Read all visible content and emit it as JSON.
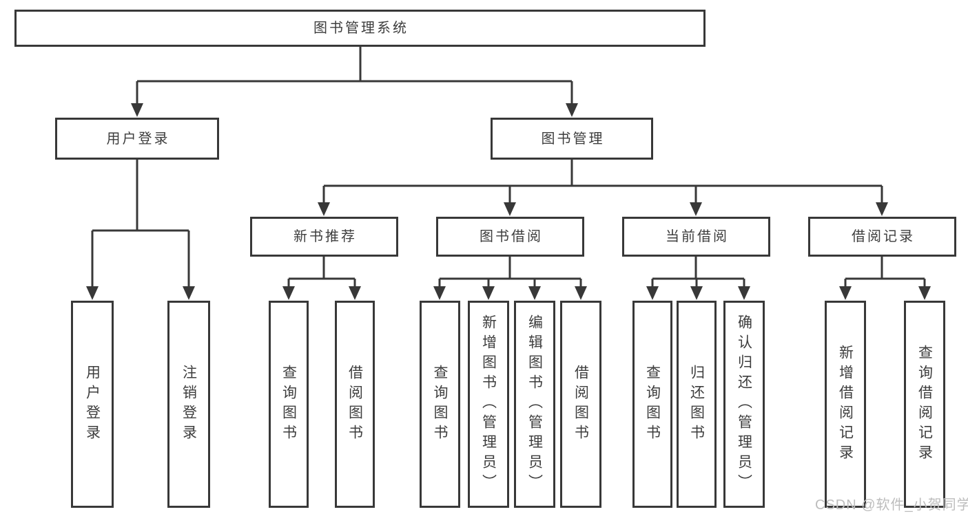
{
  "diagram": {
    "type": "hierarchy-tree",
    "root": {
      "label": "图书管理系统",
      "children": [
        {
          "label": "用户登录",
          "children": [
            {
              "label": "用户登录"
            },
            {
              "label": "注销登录"
            }
          ]
        },
        {
          "label": "图书管理",
          "children": [
            {
              "label": "新书推荐",
              "children": [
                {
                  "label": "查询图书"
                },
                {
                  "label": "借阅图书"
                }
              ]
            },
            {
              "label": "图书借阅",
              "children": [
                {
                  "label": "查询图书"
                },
                {
                  "label": "新增图书（管理员）"
                },
                {
                  "label": "编辑图书（管理员）"
                },
                {
                  "label": "借阅图书"
                }
              ]
            },
            {
              "label": "当前借阅",
              "children": [
                {
                  "label": "查询图书"
                },
                {
                  "label": "归还图书"
                },
                {
                  "label": "确认归还（管理员）"
                }
              ]
            },
            {
              "label": "借阅记录",
              "children": [
                {
                  "label": "新增借阅记录"
                },
                {
                  "label": "查询借阅记录"
                }
              ]
            }
          ]
        }
      ]
    }
  },
  "watermark": {
    "text": "CSDN @软件_小贺同学",
    "color": "#bdbdbd"
  },
  "colors": {
    "line": "#383838",
    "arrow": "#383838",
    "box_border": "#383838",
    "text": "#3d3d3d",
    "background": "#ffffff"
  }
}
